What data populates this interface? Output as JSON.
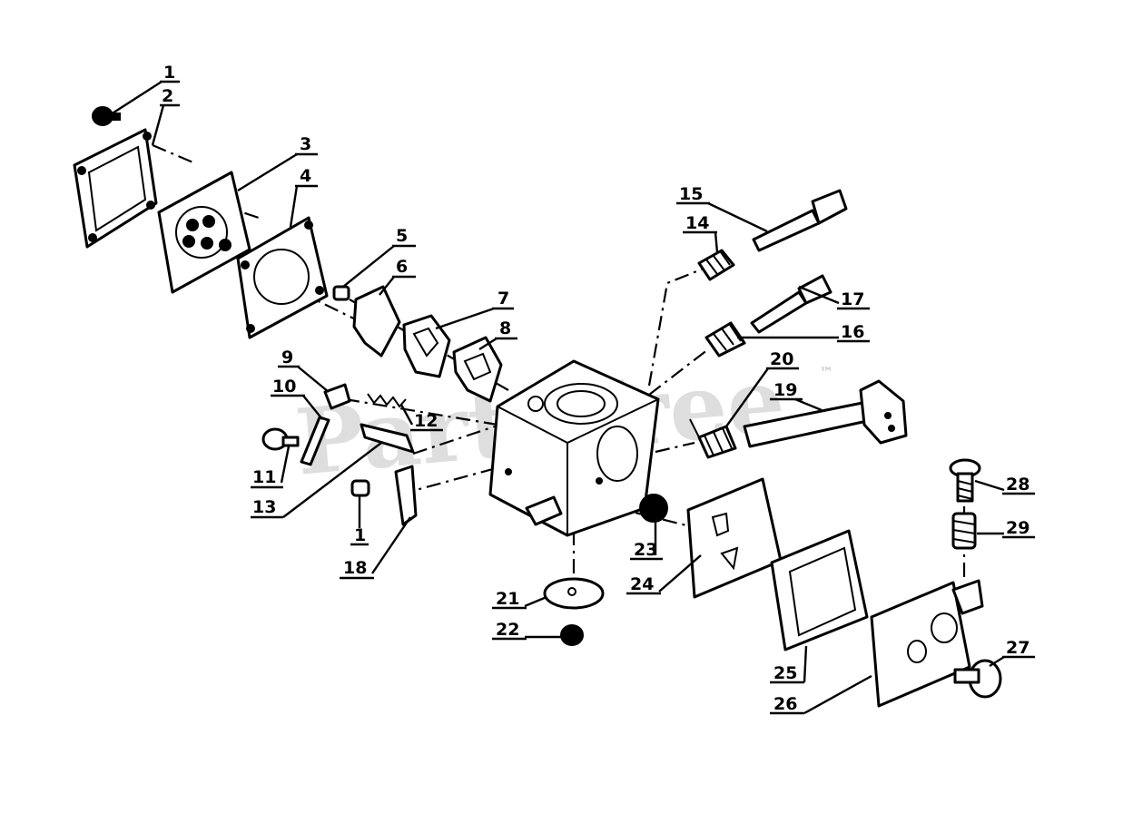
{
  "diagram": {
    "watermark": {
      "text": "PartsTree",
      "trademark": "™"
    },
    "callouts": [
      "1",
      "2",
      "3",
      "4",
      "5",
      "6",
      "7",
      "8",
      "9",
      "10",
      "11",
      "12",
      "13",
      "14",
      "15",
      "16",
      "17",
      "18",
      "19",
      "20",
      "21",
      "22",
      "23",
      "24",
      "25",
      "26",
      "27",
      "28",
      "29"
    ],
    "extra_callout": "1"
  }
}
